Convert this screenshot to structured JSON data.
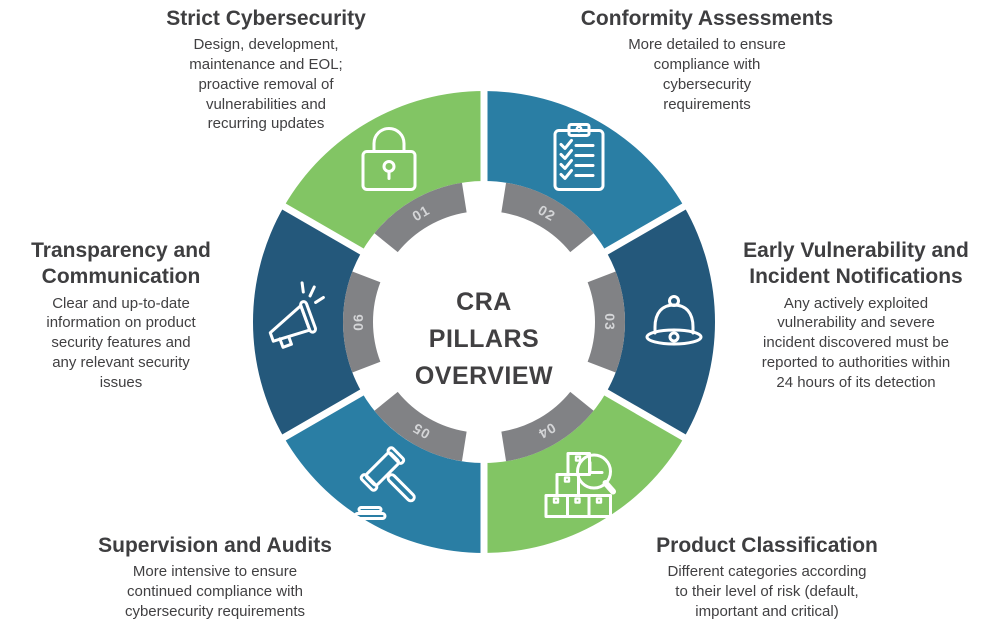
{
  "center": {
    "title": "CRA\nPILLARS\nOVERVIEW"
  },
  "colors": {
    "green": "#82C564",
    "teal": "#2A7EA4",
    "navy": "#24587B",
    "ring_gray": "#818285",
    "number_gray": "#D4D5D7",
    "text_dark": "#414042",
    "icon_stroke": "#FFFFFF",
    "background": "#FFFFFF"
  },
  "segments": [
    {
      "number": "01",
      "color_key": "green",
      "icon": "lock-icon",
      "start_angle": 300,
      "title": "Strict Cybersecurity",
      "description": "Design, development,\nmaintenance and EOL;\nproactive removal of\nvulnerabilities and\nrecurring updates"
    },
    {
      "number": "02",
      "color_key": "teal",
      "icon": "clipboard-checklist-icon",
      "start_angle": 0,
      "title": "Conformity Assessments",
      "description": "More detailed to ensure\ncompliance with\ncybersecurity\nrequirements"
    },
    {
      "number": "03",
      "color_key": "navy",
      "icon": "bell-icon",
      "start_angle": 60,
      "title": "Early Vulnerability and\nIncident Notifications",
      "description": "Any actively exploited\nvulnerability and severe\nincident discovered must be\nreported to authorities within\n24 hours of its detection"
    },
    {
      "number": "04",
      "color_key": "green",
      "icon": "boxes-magnifier-icon",
      "start_angle": 120,
      "title": "Product Classification",
      "description": "Different categories according\nto their level of risk (default,\nimportant and critical)"
    },
    {
      "number": "05",
      "color_key": "teal",
      "icon": "gavel-icon",
      "start_angle": 180,
      "title": "Supervision and Audits",
      "description": "More intensive to ensure\ncontinued compliance with\ncybersecurity requirements"
    },
    {
      "number": "06",
      "color_key": "navy",
      "icon": "megaphone-icon",
      "start_angle": 240,
      "title": "Transparency and\nCommunication",
      "description": "Clear and up-to-date\ninformation on product\nsecurity features and\nany relevant security\nissues"
    }
  ]
}
